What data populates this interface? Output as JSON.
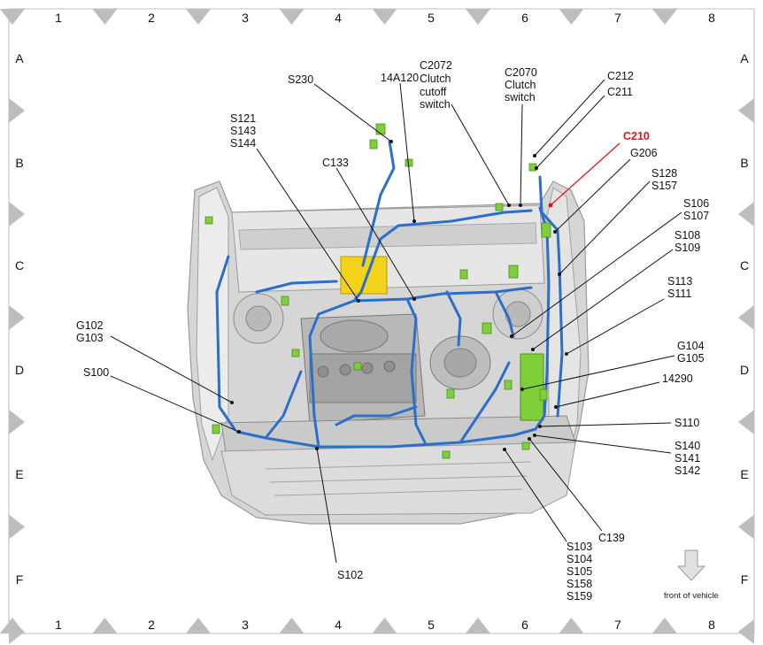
{
  "grid": {
    "columns": [
      "1",
      "2",
      "3",
      "4",
      "5",
      "6",
      "7",
      "8"
    ],
    "rows": [
      "A",
      "B",
      "C",
      "D",
      "E",
      "F"
    ]
  },
  "colors": {
    "harness": "#2a6fc9",
    "connector": "#7ecf3a",
    "highlight": "#e0141a",
    "fuse_box": "#f2d21b",
    "body": "#d9d9d9"
  },
  "labels": {
    "s230": "S230",
    "c14a120": "14A120",
    "c2072": [
      "C2072",
      "Clutch",
      "cutoff",
      "switch"
    ],
    "c2070": [
      "C2070",
      "Clutch",
      "switch"
    ],
    "c212": "C212",
    "c211": "C211",
    "c210": "C210",
    "g206": "G206",
    "s128": [
      "S128",
      "S157"
    ],
    "s106": [
      "S106",
      "S107"
    ],
    "s108": [
      "S108",
      "S109"
    ],
    "s113": [
      "S113",
      "S111"
    ],
    "g104": [
      "G104",
      "G105"
    ],
    "c14290": "14290",
    "s110": "S110",
    "s140": [
      "S140",
      "S141",
      "S142"
    ],
    "c139": "C139",
    "s103": [
      "S103",
      "S104",
      "S105",
      "S158",
      "S159"
    ],
    "s102": "S102",
    "s100": "S100",
    "g102": [
      "G102",
      "G103"
    ],
    "s121": [
      "S121",
      "S143",
      "S144"
    ],
    "c133": "C133"
  },
  "front_of_vehicle": "front of vehicle"
}
